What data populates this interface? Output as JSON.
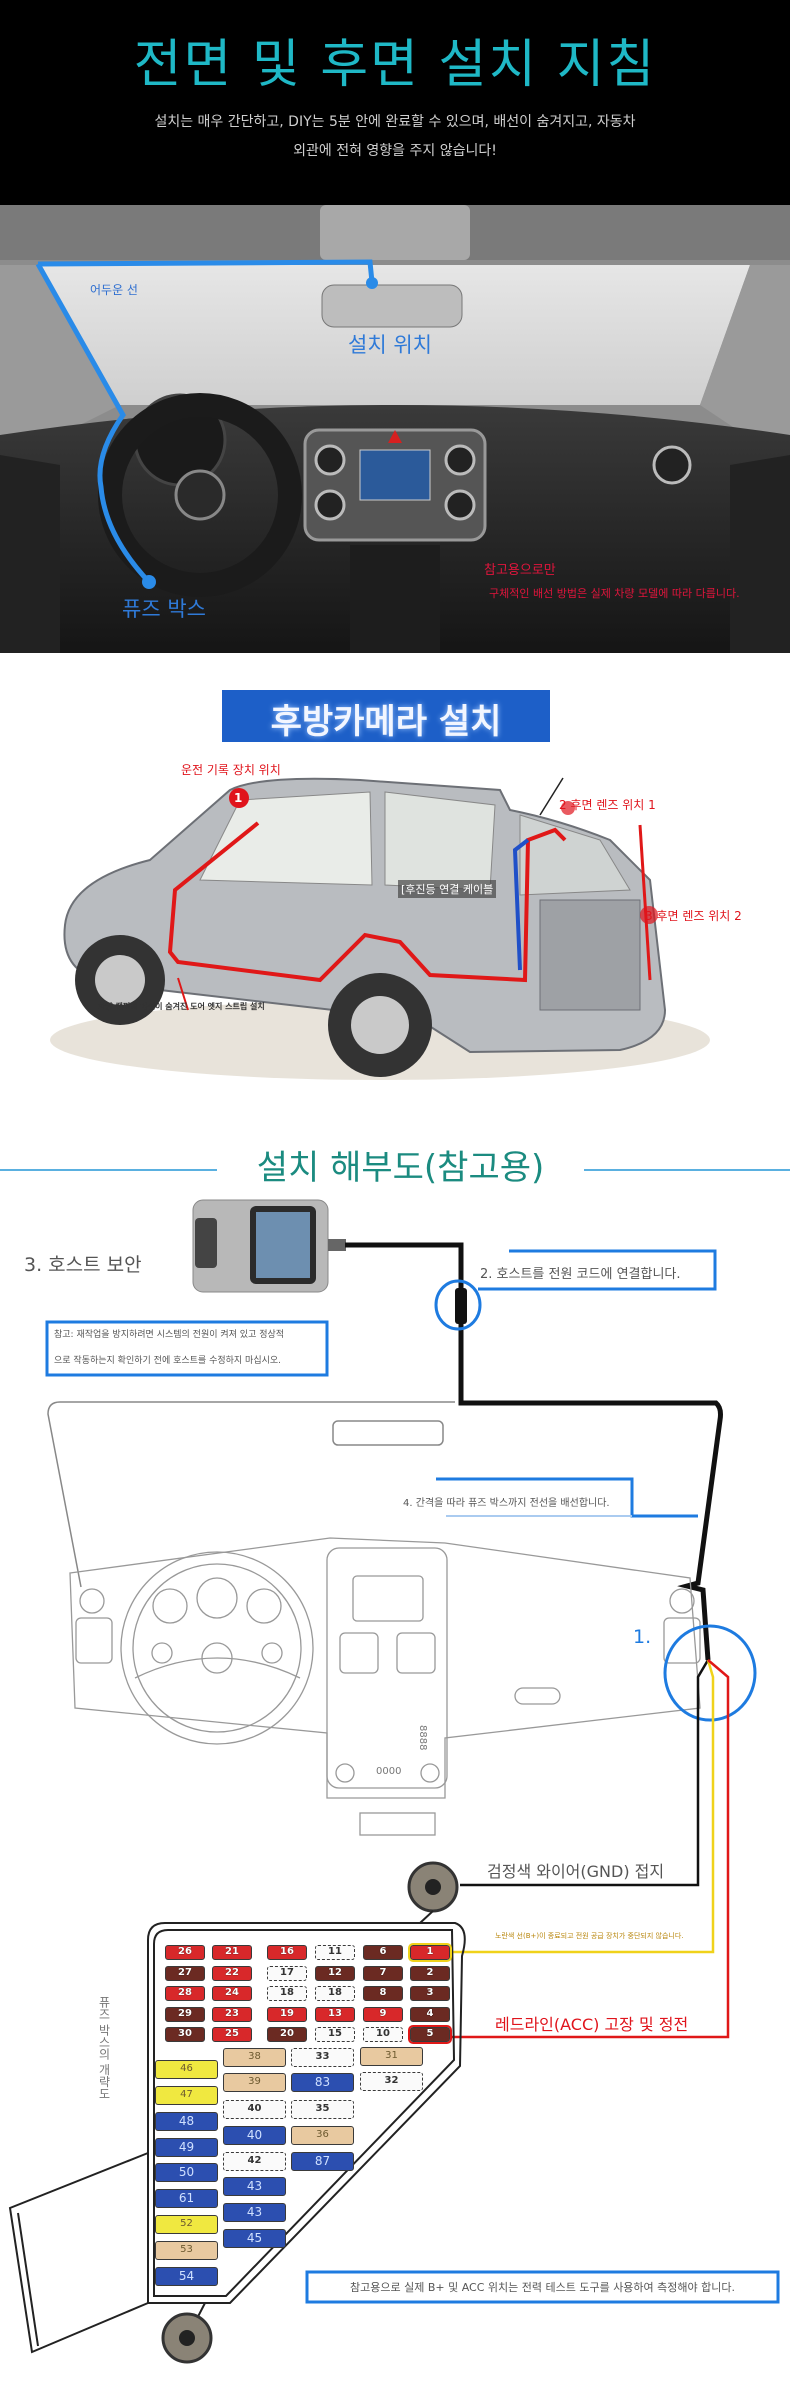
{
  "header": {
    "title": "전면 및 후면 설치 지침",
    "subtitle_line1": "설치는 매우 간단하고, DIY는 5분 안에 완료할 수 있으며, 배선이 숨겨지고, 자동차",
    "subtitle_line2": "외관에 전혀 영향을 주지 않습니다!"
  },
  "front": {
    "dark_line": "어두운 선",
    "install_position": "설치 위치",
    "fuse_box": "퓨즈 박스",
    "reference_only": "참고용으로만",
    "note": "구체적인 배선 방법은 실제 차량 모델에 따라 다릅니다."
  },
  "rear": {
    "banner": "후방카메라 설치",
    "recorder_position": "운전 기록 장치 위치",
    "marker1": "1",
    "lens1": "2 후면 렌즈 위치 1",
    "reverse_cable": "[후진등 연결 케이블",
    "lens2": "3 후면 렌즈 위치 2",
    "caption": "차량 캠퍼에 배선이 숨겨진 도어 엣지 스트립 설치"
  },
  "diagram": {
    "title": "설치 해부도(참고용)",
    "step3": "3. 호스트 보안",
    "step2": "2. 호스트를 전원 코드에 연결합니다.",
    "note_line1": "참고: 재작업을 방지하려면 시스템의 전원이 켜져 있고 정상적",
    "note_line2": "으로 작동하는지 확인하기 전에 호스트를 수정하지 마십시오.",
    "step4": "4. 간격을 따라 퓨즈 박스까지 전선을 배선합니다.",
    "step1": "1.",
    "dash_digits": "0000",
    "dash_digits_vertical": "8888",
    "gnd_label": "검정색 와이어(GND) 접지",
    "yellow_note": "노란색 선(B+)이 종료되고 전원 공급 장치가 중단되지 않습니다.",
    "red_label": "레드라인(ACC) 고장 및 정전",
    "fusebox_label": "퓨즈 박스의 개략도",
    "bottom_note": "참고용으로 실제 B+ 및 ACC 위치는 전력 테스트 도구를 사용하여 측정해야 합니다."
  },
  "fuses": {
    "top_rows": [
      [
        {
          "n": "26",
          "c": "red"
        },
        {
          "n": "21",
          "c": "red"
        },
        {
          "n": "16",
          "c": "red"
        },
        {
          "n": "11",
          "c": "white"
        },
        {
          "n": "6",
          "c": "brown"
        },
        {
          "n": "1",
          "c": "red",
          "hl": "yellow"
        }
      ],
      [
        {
          "n": "27",
          "c": "brown"
        },
        {
          "n": "22",
          "c": "red"
        },
        {
          "n": "17",
          "c": "white"
        },
        {
          "n": "12",
          "c": "brown"
        },
        {
          "n": "7",
          "c": "brown"
        },
        {
          "n": "2",
          "c": "brown"
        }
      ],
      [
        {
          "n": "28",
          "c": "red"
        },
        {
          "n": "24",
          "c": "red"
        },
        {
          "n": "18",
          "c": "white"
        },
        {
          "n": "18",
          "c": "white"
        },
        {
          "n": "8",
          "c": "brown"
        },
        {
          "n": "3",
          "c": "brown"
        }
      ],
      [
        {
          "n": "29",
          "c": "brown"
        },
        {
          "n": "23",
          "c": "red"
        },
        {
          "n": "19",
          "c": "red"
        },
        {
          "n": "13",
          "c": "red"
        },
        {
          "n": "9",
          "c": "red"
        },
        {
          "n": "4",
          "c": "brown"
        }
      ],
      [
        {
          "n": "30",
          "c": "brown"
        },
        {
          "n": "25",
          "c": "red"
        },
        {
          "n": "20",
          "c": "brown"
        },
        {
          "n": "15",
          "c": "white"
        },
        {
          "n": "10",
          "c": "white"
        },
        {
          "n": "5",
          "c": "brown",
          "hl": "red"
        }
      ]
    ],
    "bottom_cols": [
      [
        {
          "n": "46",
          "c": "yellow"
        },
        {
          "n": "47",
          "c": "yellow"
        },
        {
          "n": "48",
          "c": "blue"
        },
        {
          "n": "49",
          "c": "blue"
        },
        {
          "n": "50",
          "c": "blue"
        },
        {
          "n": "61",
          "c": "blue"
        },
        {
          "n": "52",
          "c": "yellow"
        },
        {
          "n": "53",
          "c": "tan"
        },
        {
          "n": "54",
          "c": "blue"
        }
      ],
      [
        {
          "n": "38",
          "c": "tan"
        },
        {
          "n": "39",
          "c": "tan"
        },
        {
          "n": "40",
          "c": "white"
        },
        {
          "n": "40",
          "c": "blue"
        },
        {
          "n": "42",
          "c": "white"
        },
        {
          "n": "43",
          "c": "blue"
        },
        {
          "n": "43",
          "c": "blue"
        },
        {
          "n": "45",
          "c": "blue"
        }
      ],
      [
        {
          "n": "33",
          "c": "white"
        },
        {
          "n": "83",
          "c": "blue"
        },
        {
          "n": "35",
          "c": "white"
        },
        {
          "n": "36",
          "c": "tan"
        },
        {
          "n": "87",
          "c": "blue"
        }
      ],
      [
        {
          "n": "31",
          "c": "tan"
        },
        {
          "n": "32",
          "c": "white"
        }
      ]
    ]
  },
  "colors": {
    "title_cyan": "#1fb8c6",
    "route_blue": "#2a8be8",
    "note_red": "#e0153c",
    "diagram_title": "#1b8b80",
    "callout_blue": "#1e7be0",
    "fuse_red": "#d8282a",
    "fuse_brown": "#6b2a22",
    "fuse_blue": "#2c4fb0",
    "fuse_yellow": "#f0e840",
    "fuse_tan": "#e8c9a0"
  }
}
